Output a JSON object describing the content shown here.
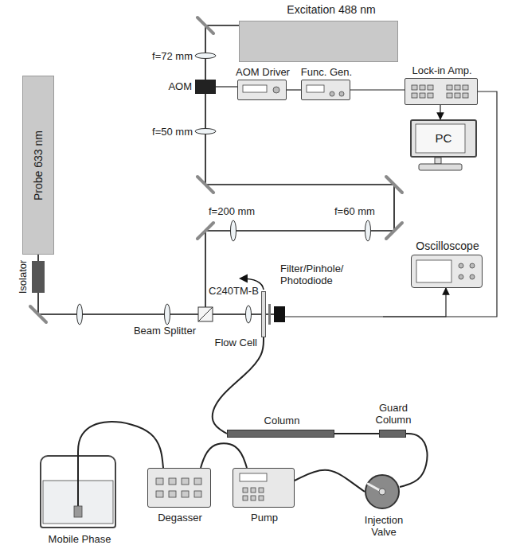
{
  "diagram": {
    "nodes": [
      {
        "text": [
          "Excitation 488 nm"
        ]
      },
      {
        "text": [
          "AOM"
        ]
      },
      {
        "text": [
          "AOM Driver"
        ]
      },
      {
        "text": [
          "Func. Gen."
        ]
      },
      {
        "text": [
          "Lock-in Amp."
        ]
      },
      {
        "text": [
          "PC"
        ]
      },
      {
        "text": [
          "Oscilloscope"
        ]
      },
      {
        "text": [
          "Probe 633 nm"
        ]
      },
      {
        "text": [
          "Isolator"
        ]
      },
      {
        "text": [
          "Flow Cell"
        ]
      },
      {
        "text": [
          "Filter/Pinhole/ Photodiode"
        ]
      },
      {
        "text": [
          "Column"
        ]
      },
      {
        "text": [
          "Guard Column"
        ]
      },
      {
        "text": [
          "Injection Valve"
        ]
      },
      {
        "text": [
          "Pump"
        ]
      },
      {
        "text": [
          "Degasser"
        ]
      },
      {
        "text": [
          "Mobile Phase"
        ]
      }
    ],
    "edges": [
      {
        "from": 2,
        "to": 1,
        "arrow": "none"
      },
      {
        "from": 3,
        "to": 2,
        "arrow": "none"
      },
      {
        "from": 3,
        "to": 4,
        "arrow": "none"
      },
      {
        "from": 4,
        "to": 5,
        "arrow": "to"
      },
      {
        "from": 10,
        "to": 6,
        "arrow": "to"
      },
      {
        "from": 10,
        "to": 4,
        "arrow": "none"
      },
      {
        "from": 16,
        "to": 15,
        "arrow": "none"
      },
      {
        "from": 15,
        "to": 14,
        "arrow": "none"
      },
      {
        "from": 14,
        "to": 13,
        "arrow": "none"
      },
      {
        "from": 13,
        "to": 12,
        "arrow": "none"
      },
      {
        "from": 12,
        "to": 11,
        "arrow": "none"
      },
      {
        "from": 11,
        "to": 9,
        "arrow": "none"
      }
    ],
    "labels": [
      "f=72 mm",
      "f=50 mm",
      "f=200 mm",
      "f=60 mm",
      "Beam Splitter",
      "C240TM-B"
    ]
  }
}
